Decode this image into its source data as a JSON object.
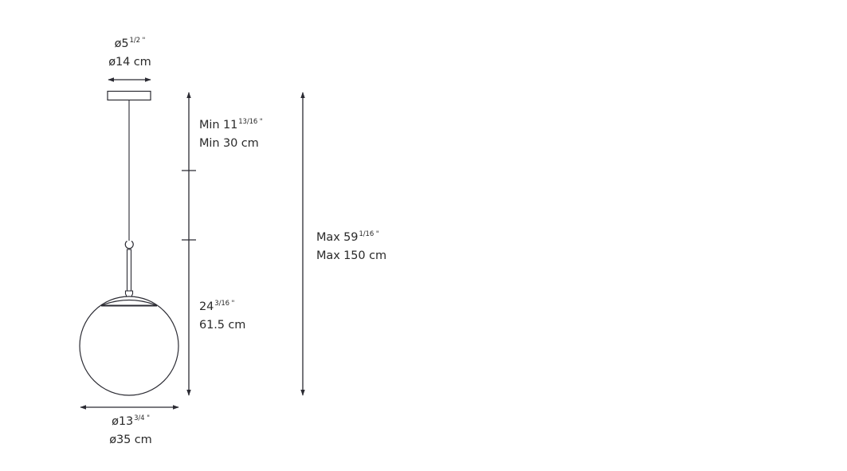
{
  "diagram": {
    "type": "pendant-lamp-dimension-drawing",
    "colors": {
      "line": "#2b2b33",
      "text": "#2a2a2a",
      "background": "#ffffff"
    },
    "canopy": {
      "imperial_prefix": "ø5",
      "imperial_fraction": "1/2 \"",
      "metric": "ø14 cm"
    },
    "globe": {
      "imperial_prefix": "ø13",
      "imperial_fraction": "3/4 \"",
      "metric": "ø35 cm"
    },
    "min_drop": {
      "imperial_prefix": "Min 11",
      "imperial_fraction": "13/16 \"",
      "metric": "Min 30 cm"
    },
    "fixture_height": {
      "imperial_prefix": "24",
      "imperial_fraction": "3/16 \"",
      "metric": "61.5 cm"
    },
    "max_height": {
      "imperial_prefix": "Max 59",
      "imperial_fraction": "1/16 \"",
      "metric": "Max 150 cm"
    }
  }
}
